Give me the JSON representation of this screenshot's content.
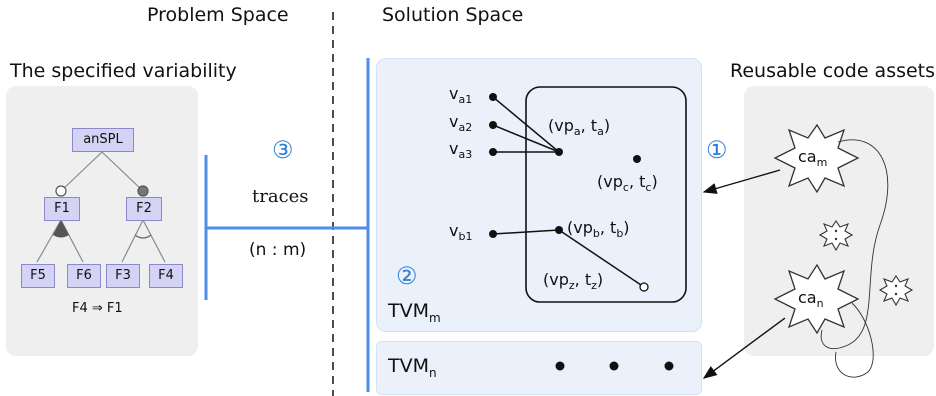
{
  "headers": {
    "problem_space": "Problem Space",
    "solution_space": "Solution Space"
  },
  "left_panel": {
    "title": "The specified variability",
    "root": "anSPL",
    "features": [
      "F1",
      "F2",
      "F5",
      "F6",
      "F3",
      "F4"
    ],
    "constraint": "F4 ⇒ F1"
  },
  "middle": {
    "badge": "③",
    "traces_label": "traces",
    "multiplicity": "(n : m)"
  },
  "tvm_m": {
    "badge": "②",
    "label_main": "TVM",
    "label_sub": "m",
    "variants": [
      {
        "main": "v",
        "sub": "a1"
      },
      {
        "main": "v",
        "sub": "a2"
      },
      {
        "main": "v",
        "sub": "a3"
      },
      {
        "main": "v",
        "sub": "b1"
      }
    ],
    "points": [
      {
        "vp": "a",
        "t": "a"
      },
      {
        "vp": "c",
        "t": "c"
      },
      {
        "vp": "b",
        "t": "b"
      },
      {
        "vp": "z",
        "t": "z"
      }
    ]
  },
  "tvm_n": {
    "label_main": "TVM",
    "label_sub": "n"
  },
  "right_panel": {
    "title": "Reusable code assets",
    "badge": "①",
    "asset_m": {
      "main": "ca",
      "sub": "m"
    },
    "asset_n": {
      "main": "ca",
      "sub": "n"
    }
  },
  "colors": {
    "panel_gray": "#efefef",
    "panel_blue": "#eaf1fb",
    "accent_blue": "#4f8ee8",
    "feature_fill": "#d5d3f5",
    "feature_stroke": "#8c88cc"
  }
}
